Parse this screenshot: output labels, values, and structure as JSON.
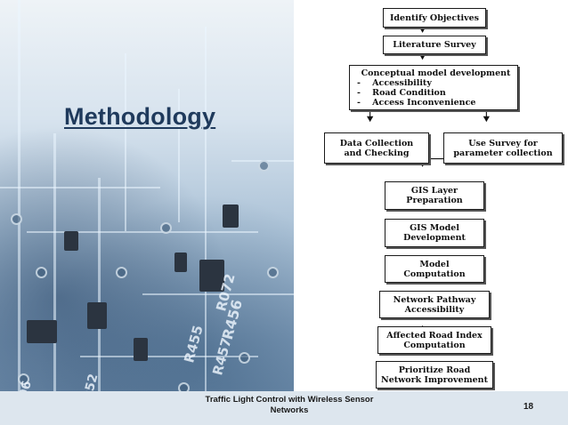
{
  "slide": {
    "title": "Methodology",
    "footer_text": "Traffic Light Control with Wireless Sensor Networks",
    "footer_line1": "Traffic Light Control with Wireless Sensor",
    "footer_line2": "Networks",
    "page_number": "18",
    "background_colors": {
      "accent_dark": "#1f3a5c",
      "panel": "#ffffff"
    }
  },
  "flowchart": {
    "identify": {
      "lines": [
        "Identify Objectives"
      ]
    },
    "literature": {
      "lines": [
        "Literature Survey"
      ]
    },
    "conceptual": {
      "lines": [
        "Conceptual model development",
        "-    Accessibility",
        "-    Road Condition",
        "-    Access Inconvenience"
      ]
    },
    "data_collection": {
      "lines": [
        "Data Collection",
        "and Checking"
      ]
    },
    "use_survey": {
      "lines": [
        "Use Survey for",
        "parameter collection"
      ]
    },
    "gis_layer": {
      "lines": [
        "GIS Layer",
        "Preparation"
      ]
    },
    "gis_model": {
      "lines": [
        "GIS Model",
        "Development"
      ]
    },
    "model_comp": {
      "lines": [
        "Model",
        "Computation"
      ]
    },
    "network": {
      "lines": [
        "Network Pathway",
        "Accessibility"
      ]
    },
    "affected": {
      "lines": [
        "Affected Road Index",
        "Computation"
      ]
    },
    "prioritize": {
      "lines": [
        "Prioritize Road",
        "Network Improvement"
      ]
    }
  }
}
